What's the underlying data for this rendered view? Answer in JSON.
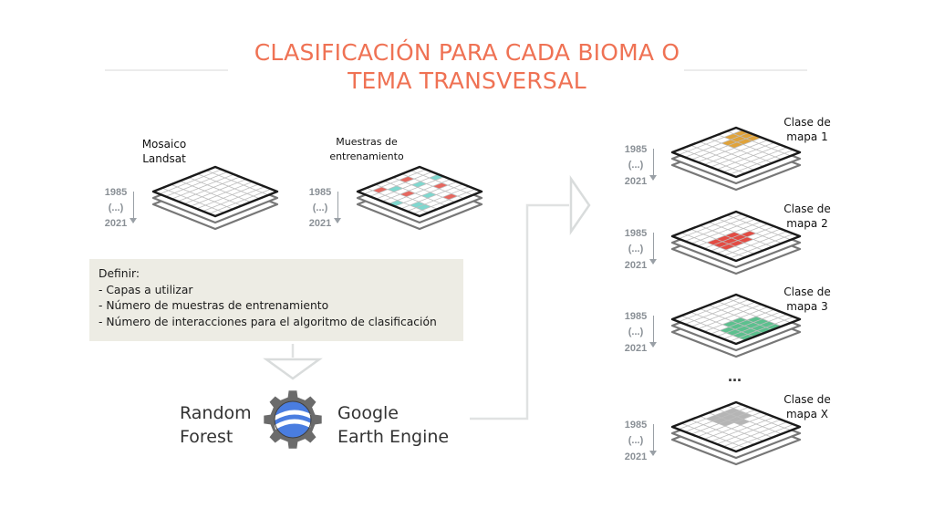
{
  "title": {
    "line1": "CLASIFICACIÓN PARA CADA BIOMA O",
    "line2": "TEMA TRANSVERSAL"
  },
  "inputs": {
    "mosaic_label": [
      "Mosaico",
      "Landsat"
    ],
    "samples_label": [
      "Muestras de",
      "entrenamiento"
    ]
  },
  "year_range": {
    "start": "1985",
    "mid": "(...)",
    "end": "2021"
  },
  "definition": {
    "heading": "Definir:",
    "items": [
      "- Capas a utilizar",
      "- Número de muestras de entrenamiento",
      "- Número de interacciones para el algoritmo de clasificación"
    ]
  },
  "engine": {
    "algorithm": [
      "Random",
      "Forest"
    ],
    "platform": [
      "Google",
      "Earth Engine"
    ],
    "logo_icon": "google-earth-engine-gear-icon"
  },
  "outputs": [
    {
      "label": [
        "Clase de",
        "mapa 1"
      ],
      "color": "#e0a33a"
    },
    {
      "label": [
        "Clase de",
        "mapa 2"
      ],
      "color": "#e34b43"
    },
    {
      "label": [
        "Clase de",
        "mapa 3"
      ],
      "color": "#5cc08e"
    },
    {
      "label": [
        "Clase de",
        "mapa X"
      ],
      "color": "#b5b5b5"
    }
  ],
  "ellipsis": "...",
  "colors": {
    "title": "#ef7254",
    "sample_red": "#e6675f",
    "sample_teal": "#7fd8cf",
    "arrow_gray": "#d9dcdc",
    "box_bg": "#edece4"
  }
}
